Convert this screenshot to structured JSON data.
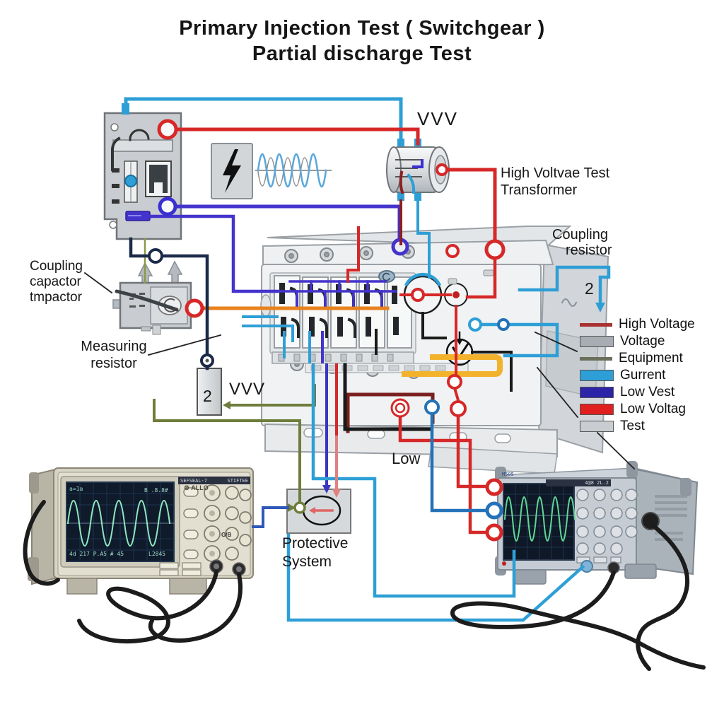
{
  "title": {
    "line1": "Primary Injection Test ( Switchgear )",
    "line2": "Partial discharge Test"
  },
  "labels": {
    "transformer_tag": "VVV",
    "hv_transformer": [
      "High Voltvae Test",
      "Transformer"
    ],
    "coupling_resistor": [
      "Coupling",
      "resistor"
    ],
    "coupling_resistor_num": "2",
    "coupling_capacitor": [
      "Coupling",
      "capactor",
      "tmpactor"
    ],
    "measuring_resistor": [
      "Measuring",
      "resistor"
    ],
    "divider_num": "2",
    "divider_tag": "VVV",
    "low": "Low",
    "protective_system": [
      "Protective",
      "System"
    ]
  },
  "legend": {
    "items": [
      {
        "label": "High Voltage",
        "swatch": "line",
        "color": "#a83232"
      },
      {
        "label": "Voltage",
        "swatch": "box",
        "color": "#a7adb3"
      },
      {
        "label": "Equipment",
        "swatch": "line",
        "color": "#6b705c"
      },
      {
        "label": "Gurrent",
        "swatch": "box",
        "color": "#2e9fd6"
      },
      {
        "label": "Low Vest",
        "swatch": "box",
        "color": "#2b23a8"
      },
      {
        "label": "Low Voltag",
        "swatch": "box",
        "color": "#e01f1f"
      },
      {
        "label": "Test",
        "swatch": "box",
        "color": "#c9cdd1"
      }
    ]
  },
  "oscilloscope_left": {
    "brand": "ALLO",
    "header": "SEFSEAL-7",
    "header_right": "STIFTEE",
    "screen_tl": "a=1a",
    "screen_tr": "B .8.8#",
    "screen_bl": "4d 217 P.A5 # 45",
    "screen_br": "L2845",
    "port_label": "G/B"
  },
  "oscilloscope_right": {
    "brand": "M505",
    "header": "4@8 2L.2"
  },
  "icons": {
    "scope_logo": "⚙"
  },
  "colors": {
    "current_cyan": "#2e9fd6",
    "high_voltage_red": "#d62828",
    "maroon": "#7a1f1f",
    "violet": "#4433cc",
    "navy": "#1b2a4a",
    "olive": "#6e7d3c",
    "orange_bus": "#e8821e",
    "amber_bus": "#f2b22c",
    "legend_hv": "#a83232",
    "legend_voltage": "#a7adb3",
    "legend_equipment": "#6b705c",
    "legend_current": "#2e9fd6",
    "legend_low_vest": "#2b23a8",
    "legend_low_voltag": "#e01f1f",
    "legend_test": "#c9cdd1"
  }
}
